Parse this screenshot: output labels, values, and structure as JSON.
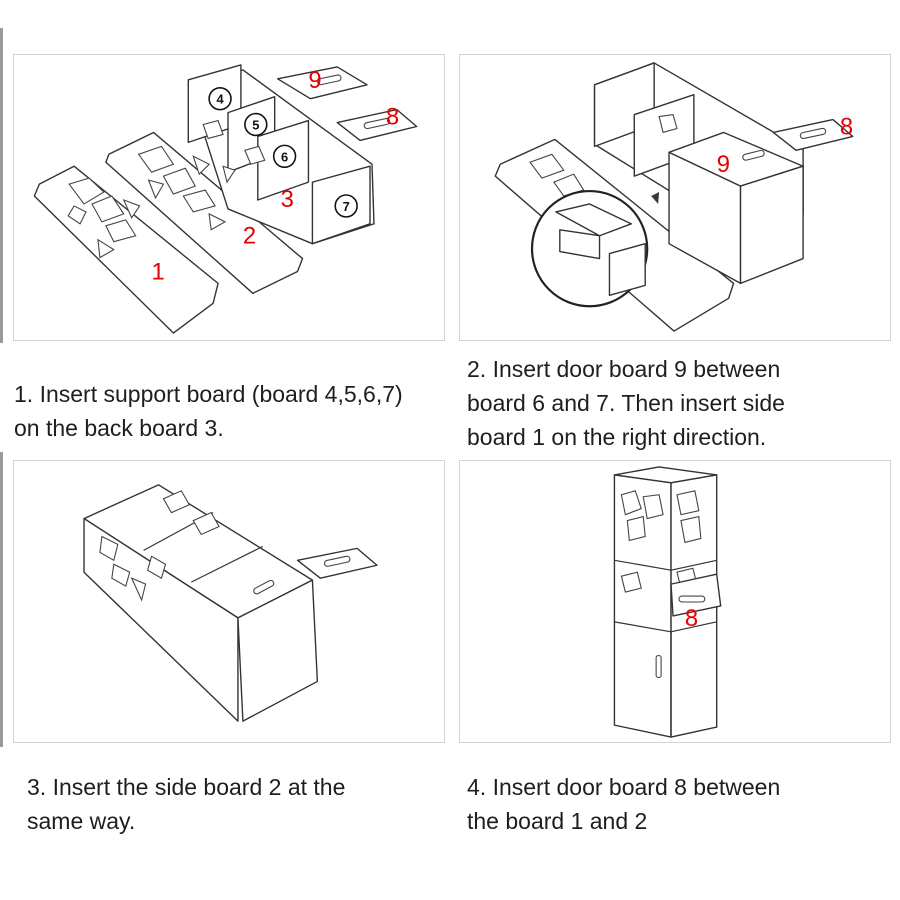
{
  "steps": [
    {
      "caption_lines": [
        "1. Insert support board (board 4,5,6,7)",
        "on the back board 3."
      ],
      "labels": {
        "l1": "1",
        "l2": "2",
        "l3": "3",
        "l9": "9",
        "l8": "8"
      },
      "circled": {
        "c4": "4",
        "c5": "5",
        "c6": "6",
        "c7": "7"
      }
    },
    {
      "caption_lines": [
        "2. Insert door board 9 between",
        "board 6 and 7. Then insert side",
        "board 1 on the right direction."
      ],
      "labels": {
        "l9": "9",
        "l8": "8"
      }
    },
    {
      "caption_lines": [
        "3. Insert the side board 2 at the",
        "same way."
      ]
    },
    {
      "caption_lines": [
        "4. Insert door board 8 between",
        "the board 1 and 2"
      ],
      "labels": {
        "l8": "8"
      }
    }
  ],
  "colors": {
    "label_red": "#e60000",
    "frame_border": "#d3d3d3",
    "line": "#333333"
  }
}
